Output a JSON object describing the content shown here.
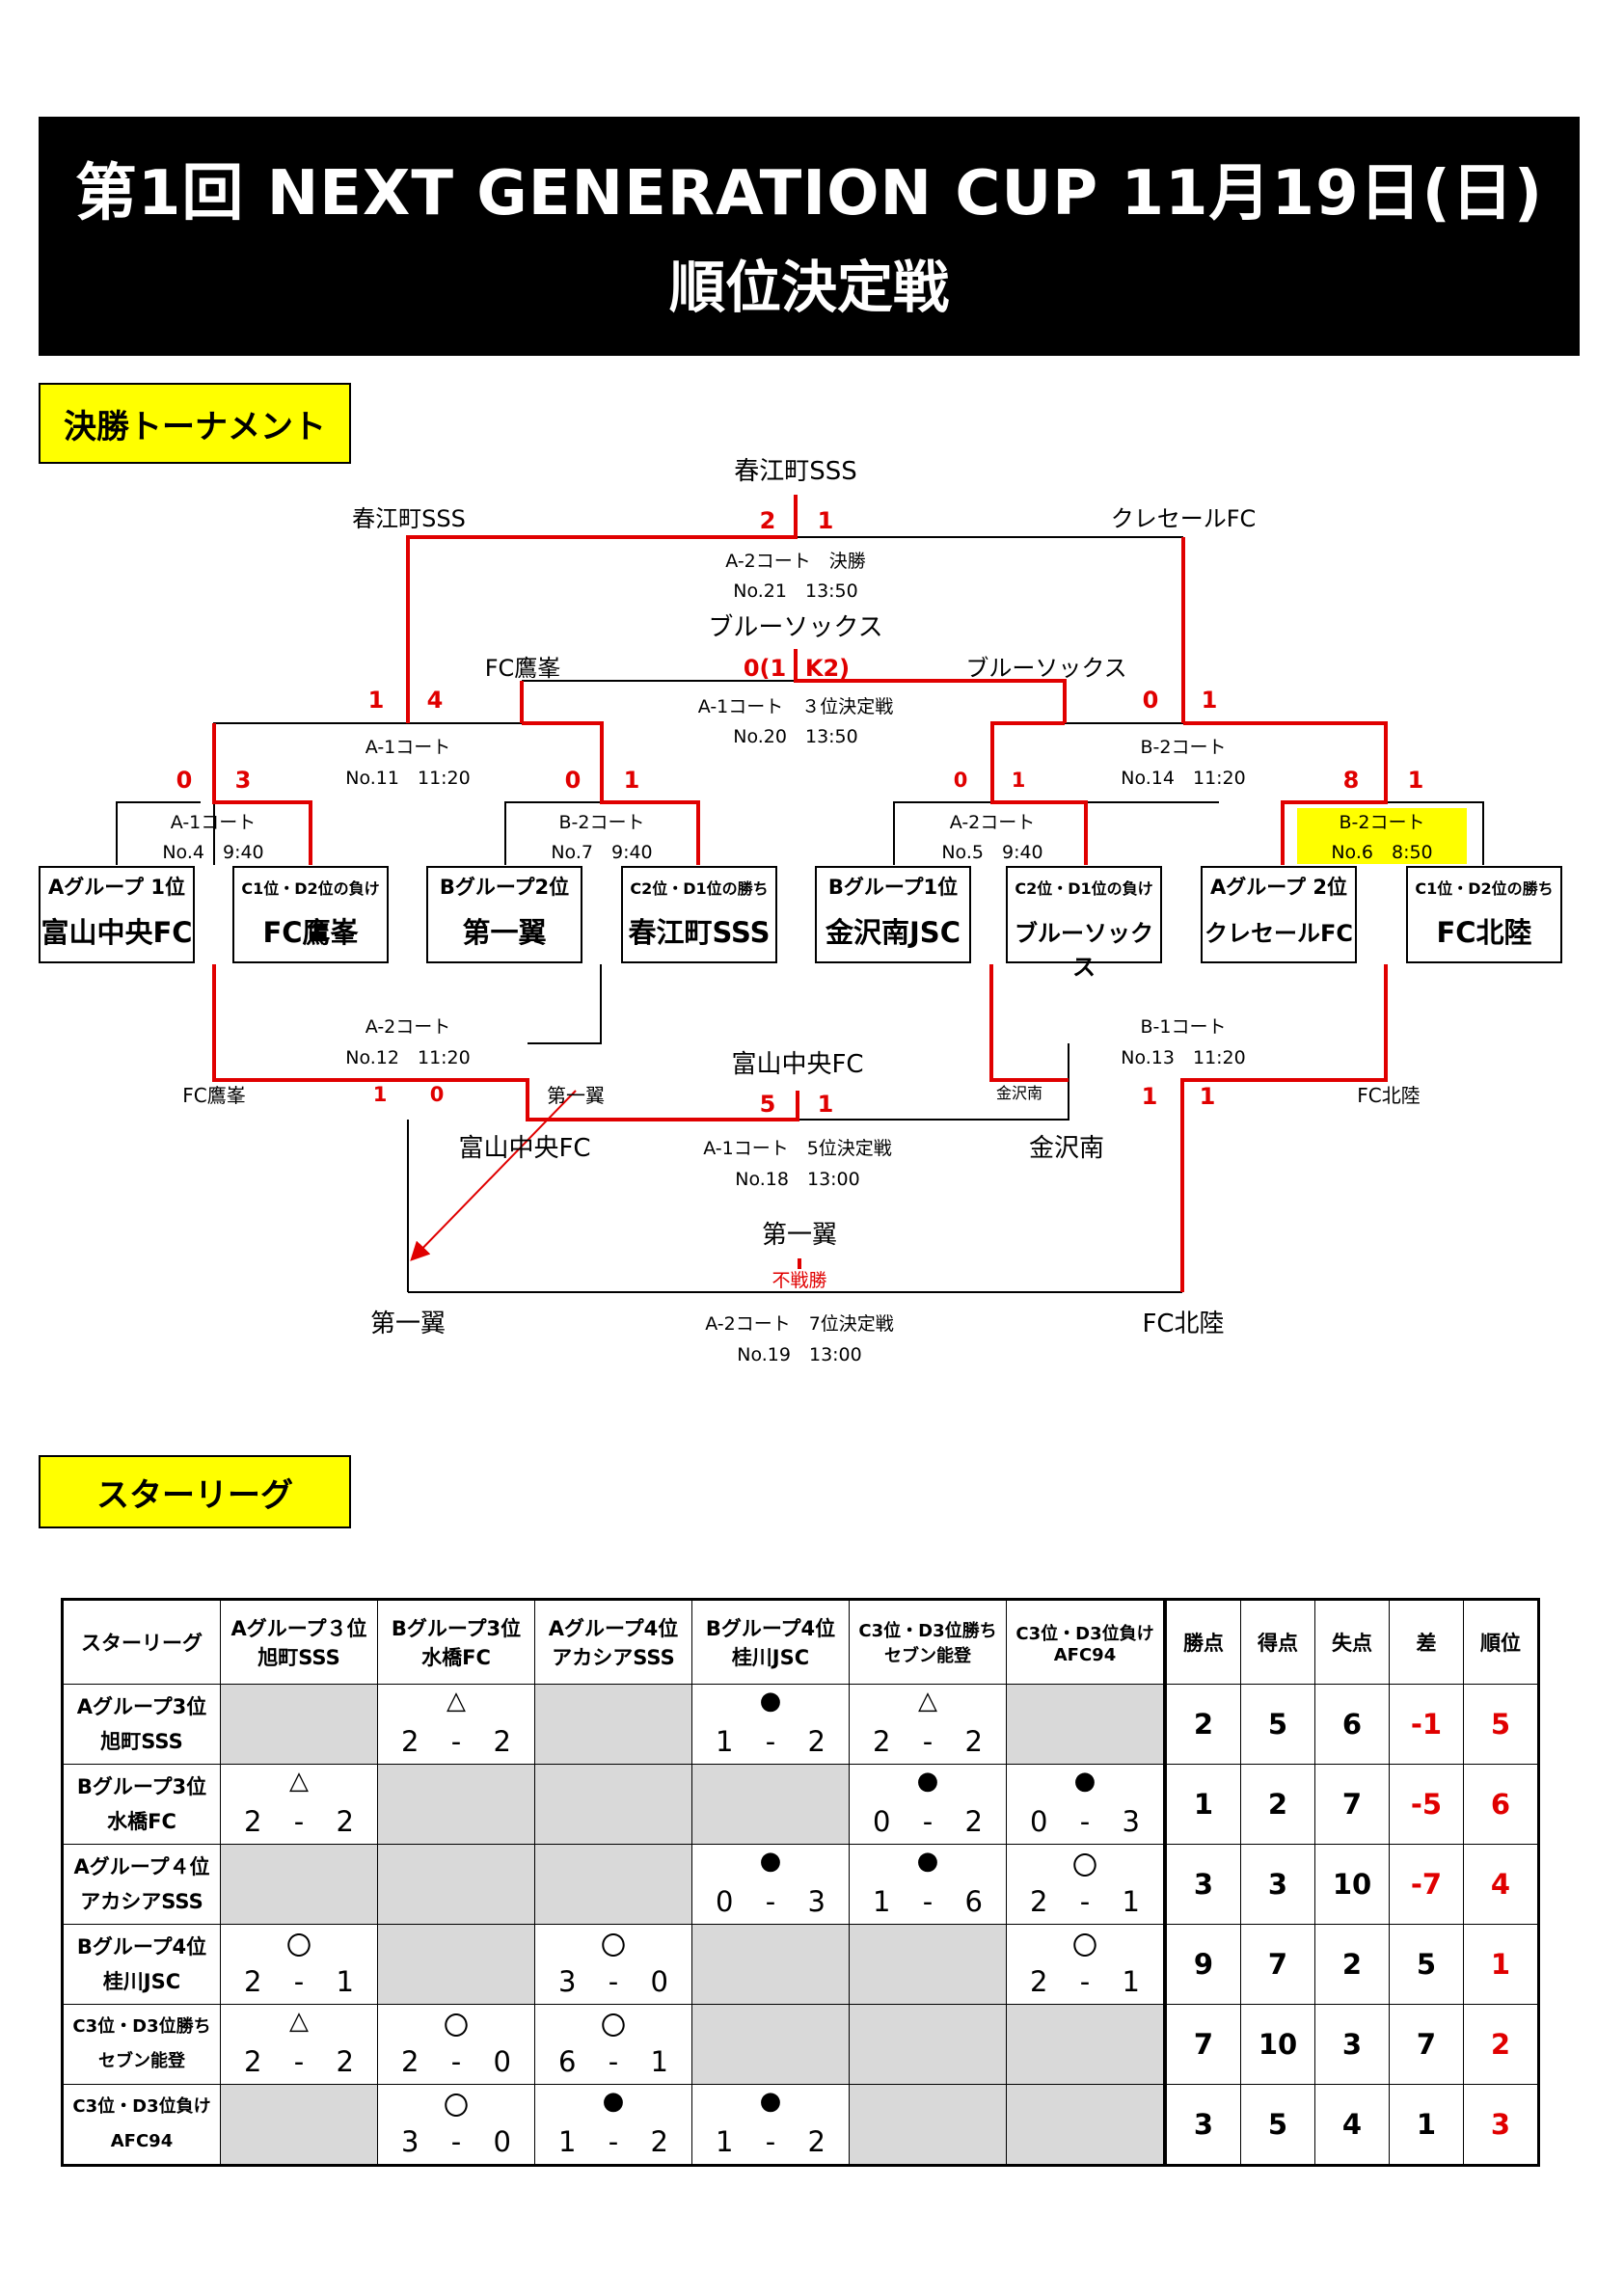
{
  "header": {
    "title": "第1回 NEXT GENERATION CUP 11月19日(日)",
    "subtitle": "順位決定戦"
  },
  "sections": {
    "tournament": "決勝トーナメント",
    "star_league": "スターリーグ"
  },
  "bracket": {
    "teams": [
      {
        "seed": "Aグループ 1位",
        "name": "富山中央FC"
      },
      {
        "seed": "C1位・D2位の負け",
        "name": "FC鷹峯"
      },
      {
        "seed": "Bグループ2位",
        "name": "第一翼"
      },
      {
        "seed": "C2位・D1位の勝ち",
        "name": "春江町SSS"
      },
      {
        "seed": "Bグループ1位",
        "name": "金沢南JSC"
      },
      {
        "seed": "C2位・D1位の負け",
        "name": "ブルーソックス"
      },
      {
        "seed": "Aグループ 2位",
        "name": "クレセールFC"
      },
      {
        "seed": "C1位・D2位の勝ち",
        "name": "FC北陸"
      }
    ],
    "matches": {
      "m4": {
        "court": "A-1コート",
        "info": "No.4　9:40",
        "s1": "0",
        "s2": "3"
      },
      "m7": {
        "court": "B-2コート",
        "info": "No.7　9:40",
        "s1": "0",
        "s2": "1"
      },
      "m5": {
        "court": "A-2コート",
        "info": "No.5　9:40",
        "s1": "0",
        "s2": "1"
      },
      "m6": {
        "court": "B-2コート",
        "info": "No.6　8:50",
        "s1": "8",
        "s2": "1"
      },
      "m11": {
        "court": "A-1コート",
        "info": "No.11　11:20",
        "s1": "1",
        "s2": "4"
      },
      "m14": {
        "court": "B-2コート",
        "info": "No.14　11:20",
        "s1": "0",
        "s2": "1"
      },
      "m21": {
        "court": "A-2コート　決勝",
        "info": "No.21　13:50",
        "s1": "2",
        "s2": "1",
        "winner": "春江町SSS",
        "left": "春江町SSS",
        "right": "クレセールFC"
      },
      "m20": {
        "court": "A-1コート　３位決定戦",
        "info": "No.20　13:50",
        "score": "0(1",
        "score2": "K2)",
        "winner": "ブルーソックス",
        "left": "FC鷹峯",
        "right": "ブルーソックス"
      },
      "m12": {
        "court": "A-2コート",
        "info": "No.12　11:20",
        "s1": "1",
        "s2": "0",
        "left": "FC鷹峯",
        "right": "第一翼"
      },
      "m13": {
        "court": "B-1コート",
        "info": "No.13　11:20",
        "s1": "1",
        "s2": "1",
        "left": "金沢南",
        "right": "FC北陸"
      },
      "m18": {
        "court": "A-1コート　5位決定戦",
        "info": "No.18　13:00",
        "s1": "5",
        "s2": "1",
        "winner": "富山中央FC",
        "left": "富山中央FC",
        "right": "金沢南"
      },
      "m19": {
        "court": "A-2コート　7位決定戦",
        "info": "No.19　13:00",
        "winner": "第一翼",
        "note": "不戦勝",
        "left": "第一翼",
        "right": "FC北陸"
      }
    }
  },
  "star_league": {
    "corner": "スターリーグ",
    "columns": [
      {
        "l1": "Aグループ３位",
        "l2": "旭町SSS"
      },
      {
        "l1": "Bグループ3位",
        "l2": "水橋FC"
      },
      {
        "l1": "Aグループ4位",
        "l2": "アカシアSSS"
      },
      {
        "l1": "Bグループ4位",
        "l2": "桂川JSC"
      },
      {
        "l1": "C3位・D3位勝ち",
        "l2": "セブン能登"
      },
      {
        "l1": "C3位・D3位負け",
        "l2": "AFC94"
      }
    ],
    "stat_headers": [
      "勝点",
      "得点",
      "失点",
      "差",
      "順位"
    ],
    "rows": [
      {
        "l1": "Aグループ3位",
        "l2": "旭町SSS",
        "cells": [
          null,
          {
            "m": "△",
            "a": "2",
            "b": "2"
          },
          null,
          {
            "m": "●",
            "a": "1",
            "b": "2"
          },
          {
            "m": "△",
            "a": "2",
            "b": "2"
          },
          null
        ],
        "stats": [
          "2",
          "5",
          "6",
          "-1",
          "5"
        ]
      },
      {
        "l1": "Bグループ3位",
        "l2": "水橋FC",
        "cells": [
          {
            "m": "△",
            "a": "2",
            "b": "2"
          },
          null,
          null,
          null,
          {
            "m": "●",
            "a": "0",
            "b": "2"
          },
          {
            "m": "●",
            "a": "0",
            "b": "3"
          }
        ],
        "stats": [
          "1",
          "2",
          "7",
          "-5",
          "6"
        ]
      },
      {
        "l1": "Aグループ４位",
        "l2": "アカシアSSS",
        "cells": [
          null,
          null,
          null,
          {
            "m": "●",
            "a": "0",
            "b": "3"
          },
          {
            "m": "●",
            "a": "1",
            "b": "6"
          },
          {
            "m": "〇",
            "a": "2",
            "b": "1"
          }
        ],
        "stats": [
          "3",
          "3",
          "10",
          "-7",
          "4"
        ]
      },
      {
        "l1": "Bグループ4位",
        "l2": "桂川JSC",
        "cells": [
          {
            "m": "〇",
            "a": "2",
            "b": "1"
          },
          null,
          {
            "m": "〇",
            "a": "3",
            "b": "0"
          },
          null,
          null,
          {
            "m": "〇",
            "a": "2",
            "b": "1"
          }
        ],
        "stats": [
          "9",
          "7",
          "2",
          "5",
          "1"
        ]
      },
      {
        "l1": "C3位・D3位勝ち",
        "l2": "セブン能登",
        "cells": [
          {
            "m": "△",
            "a": "2",
            "b": "2"
          },
          {
            "m": "〇",
            "a": "2",
            "b": "0"
          },
          {
            "m": "〇",
            "a": "6",
            "b": "1"
          },
          null,
          null,
          null
        ],
        "stats": [
          "7",
          "10",
          "3",
          "7",
          "2"
        ]
      },
      {
        "l1": "C3位・D3位負け",
        "l2": "AFC94",
        "cells": [
          null,
          {
            "m": "〇",
            "a": "3",
            "b": "0"
          },
          {
            "m": "●",
            "a": "1",
            "b": "2"
          },
          {
            "m": "●",
            "a": "1",
            "b": "2"
          },
          null,
          null
        ],
        "stats": [
          "3",
          "5",
          "4",
          "1",
          "3"
        ]
      }
    ]
  },
  "colors": {
    "accent_red": "#e00000",
    "highlight": "#ffff00"
  }
}
